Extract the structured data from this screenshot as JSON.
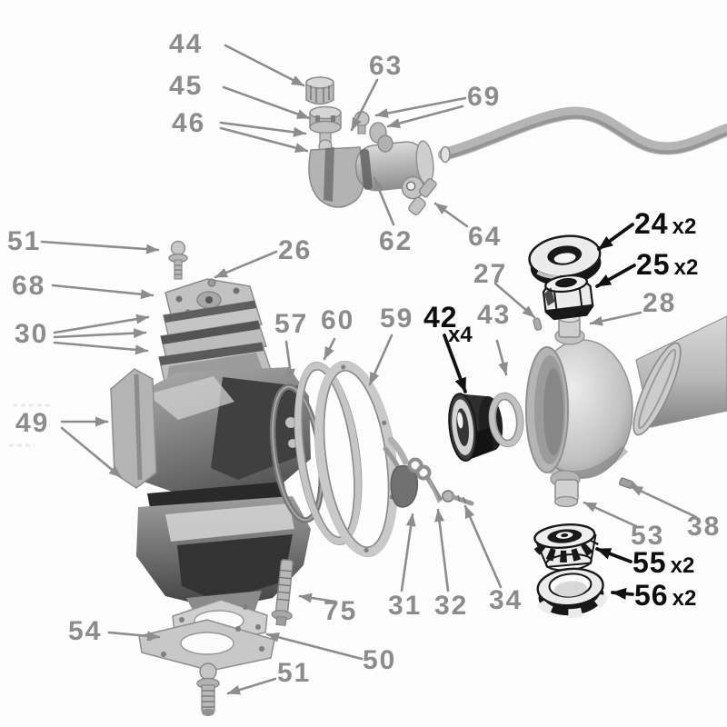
{
  "diagram": {
    "colors": {
      "background": "#ffffff",
      "label_gray": "#8c8c8c",
      "label_black": "#0d0d0d"
    },
    "callouts": {
      "c44": {
        "num": "44"
      },
      "c45": {
        "num": "45"
      },
      "c46": {
        "num": "46"
      },
      "c63": {
        "num": "63"
      },
      "c69": {
        "num": "69"
      },
      "c62": {
        "num": "62"
      },
      "c64": {
        "num": "64"
      },
      "c51a": {
        "num": "51"
      },
      "c68": {
        "num": "68"
      },
      "c26": {
        "num": "26"
      },
      "c30": {
        "num": "30"
      },
      "c57": {
        "num": "57"
      },
      "c60": {
        "num": "60"
      },
      "c59": {
        "num": "59"
      },
      "c42": {
        "num": "42",
        "qty": "x4"
      },
      "c43": {
        "num": "43"
      },
      "c27": {
        "num": "27"
      },
      "c24": {
        "num": "24",
        "qty": "x2"
      },
      "c25": {
        "num": "25",
        "qty": "x2"
      },
      "c28": {
        "num": "28"
      },
      "c49": {
        "num": "49"
      },
      "c53": {
        "num": "53"
      },
      "c38": {
        "num": "38"
      },
      "c55": {
        "num": "55",
        "qty": "x2"
      },
      "c56": {
        "num": "56",
        "qty": "x2"
      },
      "c75": {
        "num": "75"
      },
      "c31": {
        "num": "31"
      },
      "c32": {
        "num": "32"
      },
      "c34": {
        "num": "34"
      },
      "c54": {
        "num": "54"
      },
      "c50": {
        "num": "50"
      },
      "c51b": {
        "num": "51"
      }
    }
  }
}
